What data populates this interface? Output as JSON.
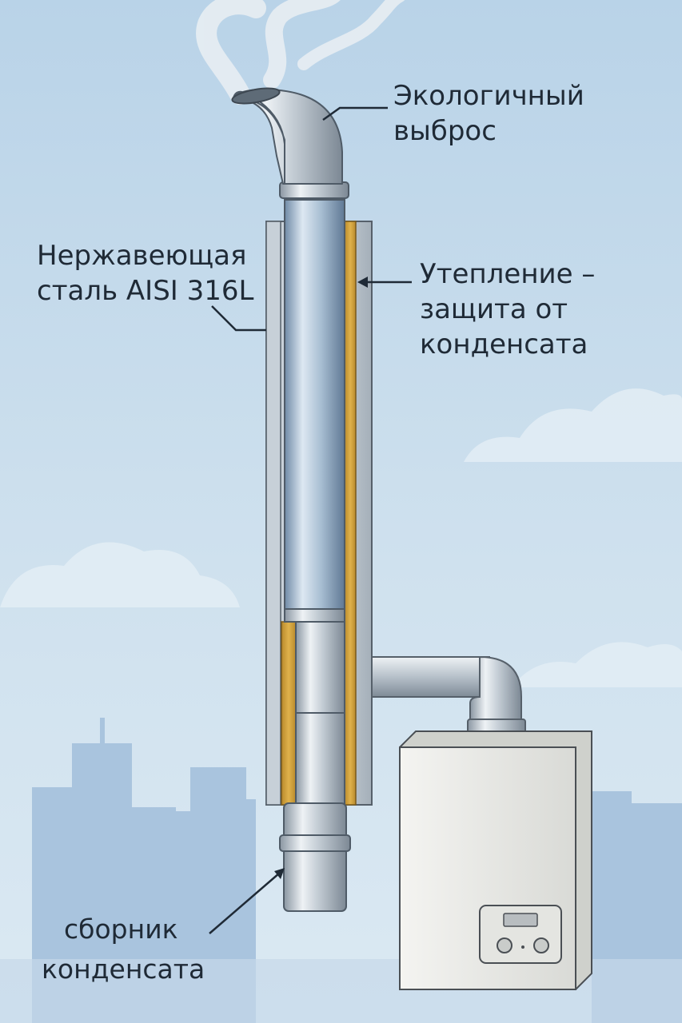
{
  "labels": {
    "eco_emission": [
      "Экологичный",
      "выброс"
    ],
    "stainless_steel": [
      "Нержавеющая",
      "сталь AISI 316L"
    ],
    "insulation": [
      "Утепление –",
      "защита от",
      "конденсата"
    ],
    "condensate_collector": [
      "сборник",
      "конденсата"
    ]
  },
  "colors": {
    "sky_top": "#b9d3e8",
    "sky_bottom": "#dbe9f3",
    "steel_light": "#e9eef2",
    "steel_dark": "#8a96a2",
    "insulation": "#d6a53e",
    "city": "#a9c4de",
    "boiler": "#eeeeea",
    "text": "#1f2a36"
  }
}
